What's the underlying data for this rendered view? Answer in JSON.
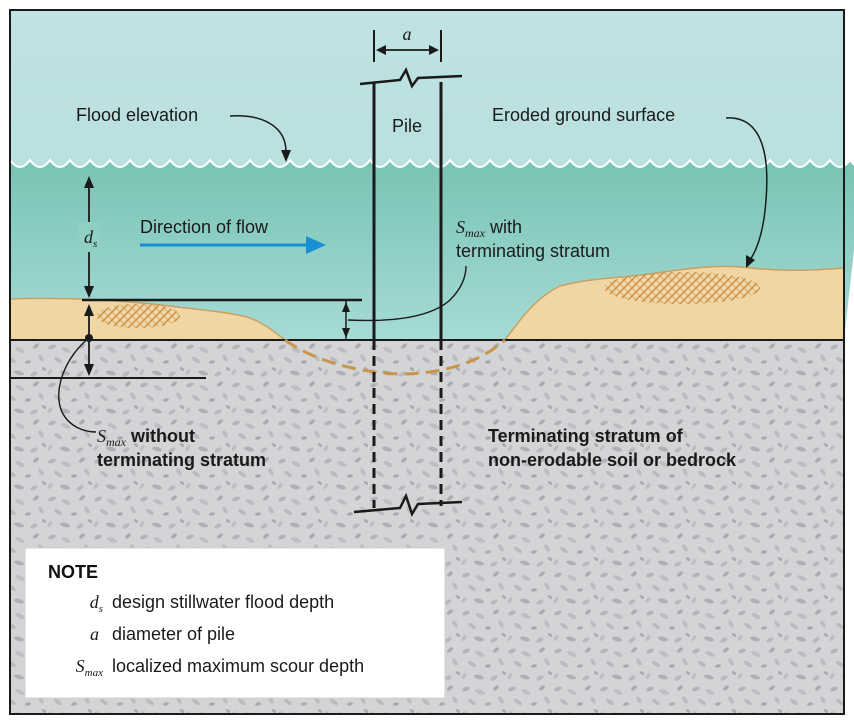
{
  "labels": {
    "flood_elevation": "Flood elevation",
    "pile": "Pile",
    "eroded_ground_surface": "Eroded ground surface",
    "direction_of_flow": "Direction of flow",
    "smax_with_main": "S",
    "smax_with_sub": "max",
    "smax_with_suffix": " with",
    "smax_with_line2": "terminating stratum",
    "smax_without_main": "S",
    "smax_without_sub": "max",
    "smax_without_suffix": " without",
    "smax_without_line2": "terminating stratum",
    "terminating_line1": "Terminating stratum of",
    "terminating_line2": "non-erodable soil or bedrock",
    "ds_main": "d",
    "ds_sub": "s",
    "a_dimension": "a"
  },
  "note": {
    "title": "NOTE",
    "items": [
      {
        "symbol": "d",
        "subscript": "s",
        "text": "design stillwater flood depth"
      },
      {
        "symbol": "a",
        "subscript": "",
        "text": "diameter of pile"
      },
      {
        "symbol": "S",
        "subscript": "max",
        "text": "localized maximum scour depth"
      }
    ]
  },
  "colors": {
    "water_top": "#b7dede",
    "water_bottom": "#7fc6b8",
    "sand": "#f0d6a4",
    "sand_outline": "#c9a060",
    "rock": "#d2d3d5",
    "rock_dots": "#b5b7ba",
    "flow_arrow": "#1a8fd6",
    "scour_dashed": "#c9954a",
    "hatch": "#c48a3e",
    "ink": "#1a1a1a"
  }
}
